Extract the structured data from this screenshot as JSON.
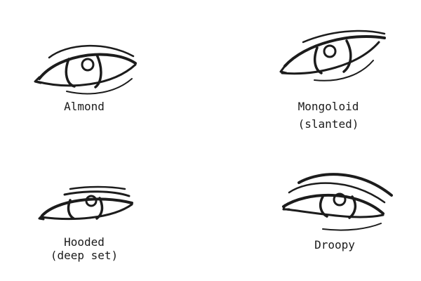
{
  "eyes": [
    {
      "id": "almond",
      "label": "Almond",
      "sublabel": ""
    },
    {
      "id": "mongoloid",
      "label": "Mongoloid",
      "sublabel": "(slanted)"
    },
    {
      "id": "hooded",
      "label": "Hooded",
      "sublabel": "(deep set)"
    },
    {
      "id": "droopy",
      "label": "Droopy",
      "sublabel": ""
    }
  ],
  "colors": {
    "ink": "#1c1c1c",
    "background": "#ffffff"
  }
}
